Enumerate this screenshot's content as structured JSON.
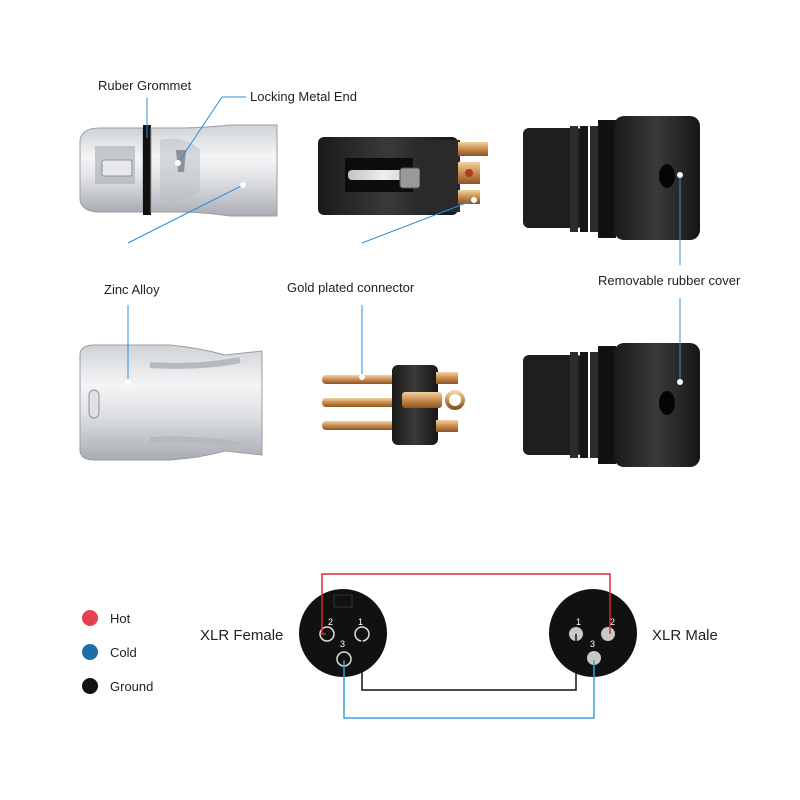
{
  "callouts": {
    "rubber_grommet": "Ruber Grommet",
    "locking_metal_end": "Locking Metal End",
    "zinc_alloy": "Zinc Alloy",
    "gold_plated": "Gold plated connector",
    "rubber_cover": "Removable rubber cover"
  },
  "legend": [
    {
      "label": "Hot",
      "color": "#e8404f"
    },
    {
      "label": "Cold",
      "color": "#1f6fa6"
    },
    {
      "label": "Ground",
      "color": "#111111"
    }
  ],
  "wiring": {
    "female_label": "XLR Female",
    "male_label": "XLR Male",
    "pins": {
      "p1": "1",
      "p2": "2",
      "p3": "3"
    },
    "colors": {
      "hot": "#d62b3a",
      "cold": "#3aa0d8",
      "ground": "#111111",
      "callout_line": "#2f8fd8"
    }
  }
}
